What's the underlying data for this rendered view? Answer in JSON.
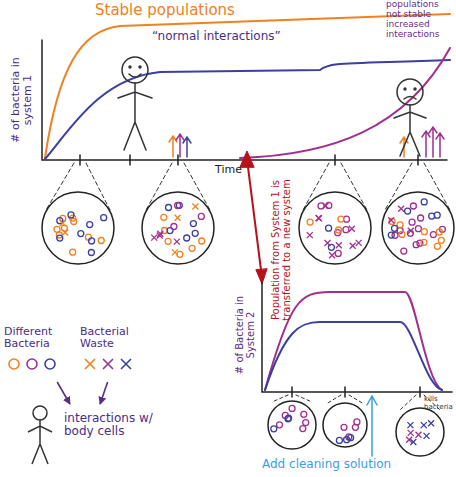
{
  "diagram": {
    "nodes": [
      {
        "text": [
          "Different Bacteria"
        ]
      },
      {
        "text": [
          "Bacterial Waste"
        ]
      },
      {
        "text": [
          "interactions w/ body cells"
        ]
      }
    ],
    "edges": [
      {
        "from": 0,
        "to": 2,
        "arrow": "to"
      },
      {
        "from": 1,
        "to": 2,
        "arrow": "to"
      }
    ],
    "labels": [
      "Stable populations",
      "“normal interactions”",
      "populations not stable increased interactions",
      "# of bacteria in system 1",
      "Time",
      "Population from System 1 is transferred to a new system",
      "# of Bacteria in System 2",
      "Add cleaning solution",
      "kills bacteria"
    ]
  }
}
